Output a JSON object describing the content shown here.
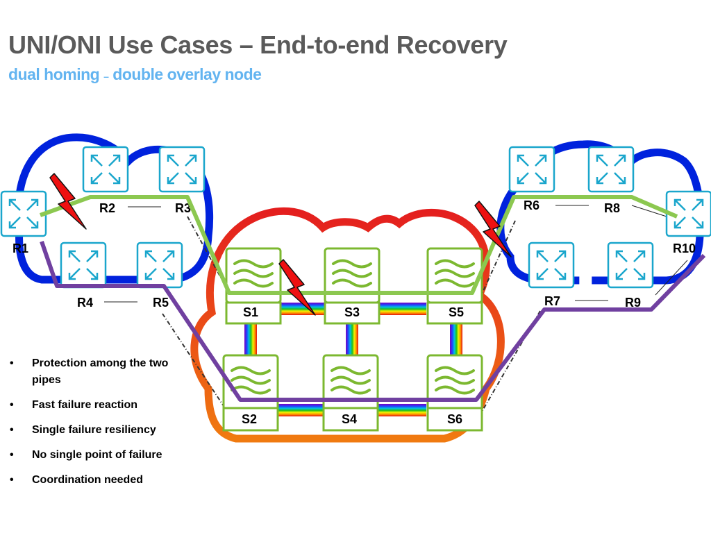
{
  "slide": {
    "title": "UNI/ONI Use Cases – End-to-end Recovery",
    "subtitle_left": "dual homing",
    "subtitle_sep": "–",
    "subtitle_right": "double overlay node"
  },
  "bullets": [
    "Protection among the two pipes",
    "Fast failure reaction",
    "Single failure resiliency",
    "No single point of failure",
    "Coordination needed"
  ],
  "bullet_glyph": "•",
  "routers": [
    {
      "id": "r1",
      "label": "R1",
      "icon": "router-icon"
    },
    {
      "id": "r2",
      "label": "R2",
      "icon": "router-icon"
    },
    {
      "id": "r3",
      "label": "R3",
      "icon": "router-icon"
    },
    {
      "id": "r4",
      "label": "R4",
      "icon": "router-icon"
    },
    {
      "id": "r5",
      "label": "R5",
      "icon": "router-icon"
    },
    {
      "id": "r6",
      "label": "R6",
      "icon": "router-icon"
    },
    {
      "id": "r7",
      "label": "R7",
      "icon": "router-icon"
    },
    {
      "id": "r8",
      "label": "R8",
      "icon": "router-icon"
    },
    {
      "id": "r9",
      "label": "R9",
      "icon": "router-icon"
    },
    {
      "id": "r10",
      "label": "R10",
      "icon": "router-icon"
    }
  ],
  "switches": [
    {
      "id": "s1",
      "label": "S1",
      "icon": "optical-switch-icon"
    },
    {
      "id": "s2",
      "label": "S2",
      "icon": "optical-switch-icon"
    },
    {
      "id": "s3",
      "label": "S3",
      "icon": "optical-switch-icon"
    },
    {
      "id": "s4",
      "label": "S4",
      "icon": "optical-switch-icon"
    },
    {
      "id": "s5",
      "label": "S5",
      "icon": "optical-switch-icon"
    },
    {
      "id": "s6",
      "label": "S6",
      "icon": "optical-switch-icon"
    }
  ],
  "colors": {
    "title": "#5a5a5a",
    "subtitle": "#63b4f0",
    "ip_cloud": "#0022dd",
    "optical_cloud_top": "#e41e1e",
    "optical_cloud_bottom": "#f07a10",
    "router_frame": "#1aa6cc",
    "switch_frame": "#7cb830",
    "working_path": "#8cc850",
    "protection_path": "#7040a0",
    "failure_bolt": "#ee1111"
  },
  "failure_icon": "lightning-bolt-icon"
}
